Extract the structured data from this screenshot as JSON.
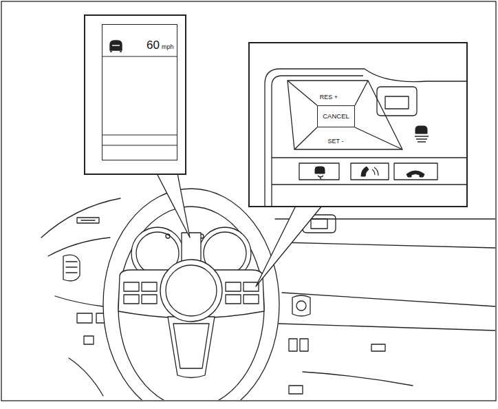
{
  "diagram": {
    "nodes": [
      {
        "text": [
          "60",
          "mph"
        ]
      },
      {
        "text": [
          "RES +"
        ]
      },
      {
        "text": [
          "CANCEL"
        ]
      },
      {
        "text": [
          "SET -"
        ]
      }
    ]
  }
}
